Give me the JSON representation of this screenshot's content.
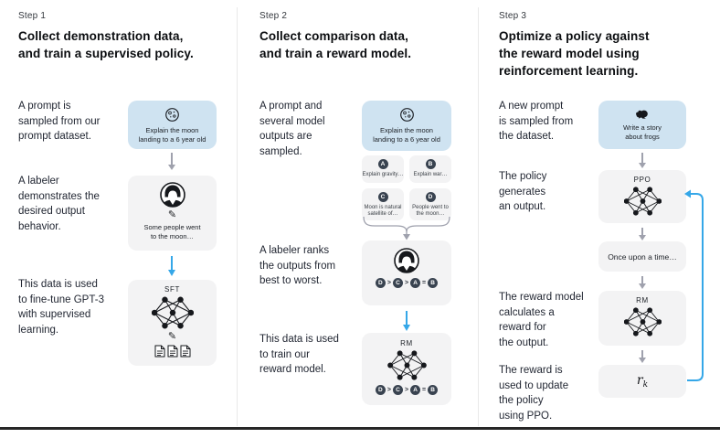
{
  "colors": {
    "prompt_card_bg": "#cfe3f1",
    "model_card_bg": "#f3f3f4",
    "accent_blue_arrow": "#35a7e8",
    "gray_arrow": "#9fa1ad",
    "badge_bg": "#394350"
  },
  "icons": {
    "pencil_glyph": "✎",
    "prompt1": "moon-icon",
    "prompt3": "frog-icon",
    "labeler": "person-avatar-icon",
    "model": "neural-network-icon",
    "data": "documents-icon"
  },
  "columns": [
    {
      "step": "Step 1",
      "title": "Collect demonstration data,\nand train a supervised policy.",
      "texts": [
        "A prompt is\nsampled from our\nprompt dataset.",
        "A labeler\ndemonstrates the\ndesired output\nbehavior.",
        "This data is used\nto fine-tune GPT-3\nwith supervised\nlearning."
      ],
      "prompt_card": {
        "text": "Explain the moon\nlanding to a 6 year old"
      },
      "labeler_card": {
        "text": "Some people went\nto the moon…"
      },
      "model_card": {
        "label": "SFT"
      }
    },
    {
      "step": "Step 2",
      "title": "Collect comparison data,\nand train a reward model.",
      "texts": [
        "A prompt and\nseveral model\noutputs are\nsampled.",
        "A labeler ranks\nthe outputs from\nbest to worst.",
        "This data is used\nto train our\nreward model."
      ],
      "prompt_card": {
        "text": "Explain the moon\nlanding to a 6 year old"
      },
      "outputs": [
        {
          "letter": "A",
          "text": "Explain gravity…"
        },
        {
          "letter": "B",
          "text": "Explain war…"
        },
        {
          "letter": "C",
          "text": "Moon is natural\nsatellite of…"
        },
        {
          "letter": "D",
          "text": "People went to\nthe moon…"
        }
      ],
      "ranking": [
        "D",
        ">",
        "C",
        ">",
        "A",
        "=",
        "B"
      ],
      "model_card": {
        "label": "RM"
      }
    },
    {
      "step": "Step 3",
      "title": "Optimize a policy against\nthe reward model using\nreinforcement learning.",
      "texts": [
        "A new prompt\nis sampled from\nthe dataset.",
        "The policy\ngenerates\nan output.",
        "The reward model\ncalculates a\nreward for\nthe output.",
        "The reward is\nused to update\nthe policy\nusing PPO."
      ],
      "prompt_card": {
        "text": "Write a story\nabout frogs"
      },
      "ppo_card": {
        "label": "PPO"
      },
      "output_card": {
        "text": "Once upon a time…"
      },
      "rm_card": {
        "label": "RM"
      },
      "reward_card": {
        "r": "r",
        "k": "k"
      }
    }
  ]
}
